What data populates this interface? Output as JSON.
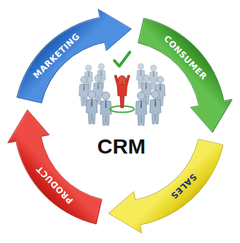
{
  "diagram": {
    "nodes": [
      {
        "text": [
          "MARKETING"
        ]
      },
      {
        "text": [
          "CONSUMER"
        ]
      },
      {
        "text": [
          "SALES"
        ]
      },
      {
        "text": [
          "PRODUCT"
        ]
      }
    ],
    "labels": [
      "CRM"
    ]
  }
}
